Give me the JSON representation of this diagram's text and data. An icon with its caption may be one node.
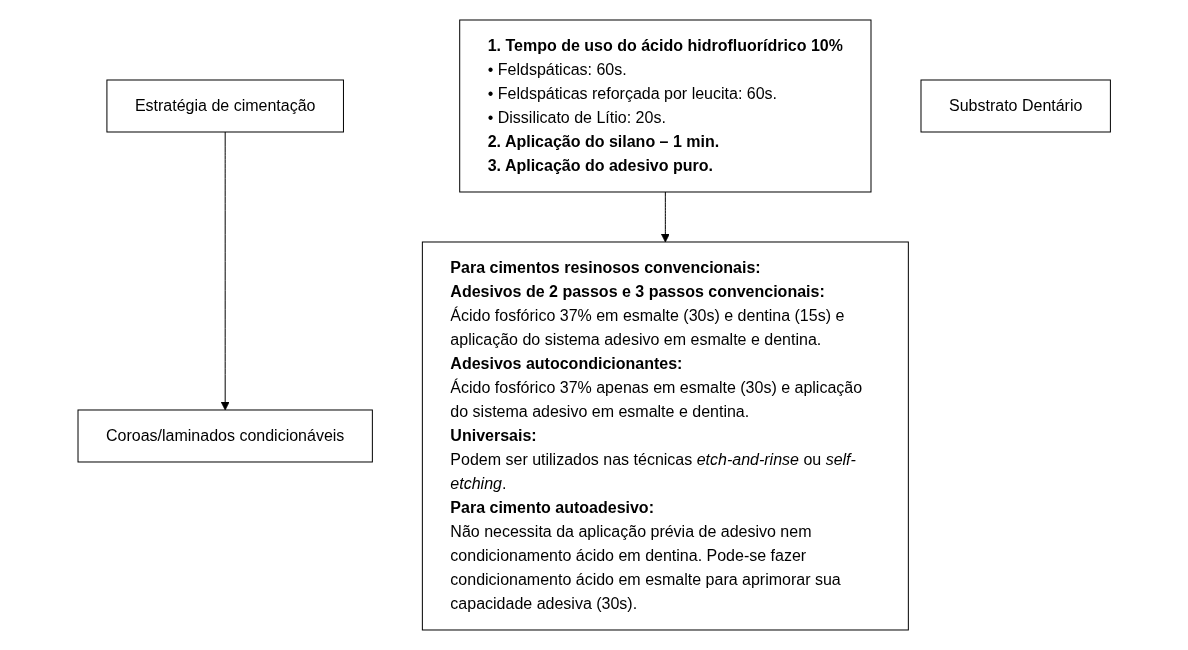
{
  "diagram": {
    "nodes": [
      {
        "text": [
          "Estratégia de cimentação"
        ]
      },
      {
        "text": [
          "Coroas/laminados condicionáveis"
        ]
      },
      {
        "text": [
          "**1. Tempo de uso do ácido hidrofluorídrico 10%**",
          "• Feldspáticas: 60s.",
          "• Feldspáticas reforçada por leucita: 60s.",
          "• Dissilicato de Lítio: 20s.",
          "**2. Aplicação do silano – 1 min.**",
          "**3. Aplicação do adesivo puro.**"
        ]
      },
      {
        "text": [
          "Substrato Dentário"
        ]
      },
      {
        "text": [
          "**Para cimentos resinosos convencionais:**",
          "**Adesivos de 2 passos e 3 passos convencionais:**",
          "Ácido fosfórico 37% em esmalte (30s) e dentina (15s) e aplicação do sistema adesivo em esmalte e dentina.",
          "**Adesivos autocondicionantes:**",
          "Ácido fosfórico 37% apenas em esmalte (30s) e aplicação do sistema adesivo em esmalte e dentina.",
          "**Universais:**",
          "Podem ser utilizados nas técnicas *etch-and-rinse* ou *self-etching*.",
          "**Para cimento autoadesivo:**",
          "Não necessita da aplicação prévia de adesivo nem condicionamento ácido em dentina. Pode-se fazer condicionamento ácido em esmalte para aprimorar sua capacidade adesiva (30s)."
        ]
      }
    ],
    "edges": [
      {
        "from": 0,
        "to": 1,
        "arrow": "to"
      },
      {
        "from": 2,
        "to": 4,
        "arrow": "to"
      }
    ]
  }
}
